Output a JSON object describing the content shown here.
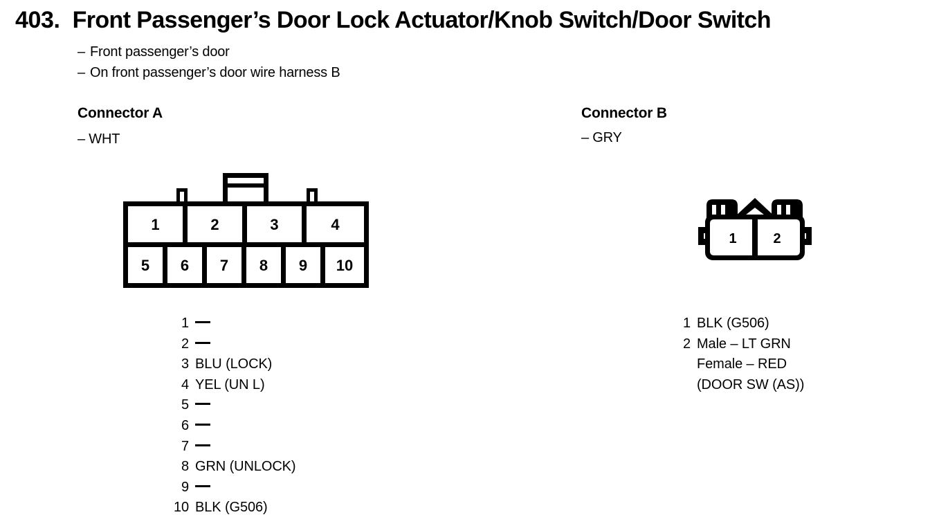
{
  "document": {
    "section_number": "403.",
    "title": "Front Passenger’s Door Lock Actuator/Knob Switch/Door Switch",
    "notes": [
      "Front passenger’s door",
      "On front passenger’s door wire harness B"
    ],
    "dash": "–"
  },
  "connector_a": {
    "heading": "Connector A",
    "color_label": "– WHT",
    "diagram": {
      "type": "connector-pinout",
      "top_row": [
        "1",
        "2",
        "3",
        "4"
      ],
      "bottom_row": [
        "5",
        "6",
        "7",
        "8",
        "9",
        "10"
      ]
    },
    "pins": [
      {
        "no": "1",
        "value": "—",
        "empty": true
      },
      {
        "no": "2",
        "value": "—",
        "empty": true
      },
      {
        "no": "3",
        "value": "BLU (LOCK)",
        "empty": false
      },
      {
        "no": "4",
        "value": "YEL (UN L)",
        "empty": false
      },
      {
        "no": "5",
        "value": "—",
        "empty": true
      },
      {
        "no": "6",
        "value": "—",
        "empty": true
      },
      {
        "no": "7",
        "value": "—",
        "empty": true
      },
      {
        "no": "8",
        "value": "GRN (UNLOCK)",
        "empty": false
      },
      {
        "no": "9",
        "value": "—",
        "empty": true
      },
      {
        "no": "10",
        "value": "BLK (G506)",
        "empty": false
      }
    ]
  },
  "connector_b": {
    "heading": "Connector B",
    "color_label": "– GRY",
    "diagram": {
      "type": "connector-pinout",
      "cells": [
        "1",
        "2"
      ]
    },
    "pins": [
      {
        "no": "1",
        "value": "BLK (G506)",
        "empty": false,
        "continuations": []
      },
      {
        "no": "2",
        "value": "Male – LT GRN",
        "empty": false,
        "continuations": [
          "Female – RED",
          "(DOOR SW (AS))"
        ]
      }
    ]
  },
  "colors": {
    "ink": "#000000",
    "paper": "#ffffff"
  }
}
